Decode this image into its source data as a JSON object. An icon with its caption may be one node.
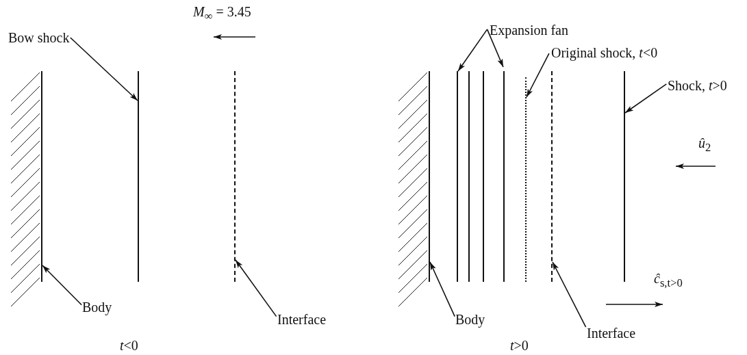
{
  "diagram": {
    "nodes": [
      {
        "text": [
          "Bow shock"
        ]
      },
      {
        "text": [],
        "shape": "line"
      },
      {
        "text": [],
        "shape": "line"
      },
      {
        "text": [],
        "shape": "line"
      },
      {
        "text": [
          "Body"
        ]
      },
      {
        "text": [
          "Interface"
        ]
      },
      {
        "text": [
          "Expansion fan"
        ]
      },
      {
        "text": [
          "Original shock, *t*<0"
        ]
      },
      {
        "text": [
          "Shock, *t*>0"
        ]
      },
      {
        "text": [],
        "shape": "line"
      },
      {
        "text": [],
        "shape": "line"
      },
      {
        "text": [],
        "shape": "line"
      },
      {
        "text": [],
        "shape": "line"
      },
      {
        "text": [],
        "shape": "line"
      },
      {
        "text": [],
        "shape": "line"
      },
      {
        "text": [],
        "shape": "line"
      },
      {
        "text": [],
        "shape": "line"
      },
      {
        "text": [
          "Body"
        ]
      },
      {
        "text": [
          "Interface"
        ]
      }
    ],
    "edges": [
      {
        "from": 0,
        "to": 2,
        "arrow": "to"
      },
      {
        "from": 4,
        "to": 1,
        "arrow": "to"
      },
      {
        "from": 5,
        "to": 3,
        "arrow": "to"
      },
      {
        "from": 6,
        "to": 10,
        "arrow": "to"
      },
      {
        "from": 6,
        "to": 13,
        "arrow": "to"
      },
      {
        "from": 7,
        "to": 14,
        "arrow": "to"
      },
      {
        "from": 8,
        "to": 16,
        "arrow": "to"
      },
      {
        "from": 17,
        "to": 9,
        "arrow": "to"
      },
      {
        "from": 18,
        "to": 15,
        "arrow": "to"
      }
    ],
    "labels": [
      "*M*$_{∞}$ = 3.45",
      "*t*<0",
      "*û*$_{2}$",
      "*ĉ*$_{s,t>0}$",
      "*t*>0"
    ]
  }
}
